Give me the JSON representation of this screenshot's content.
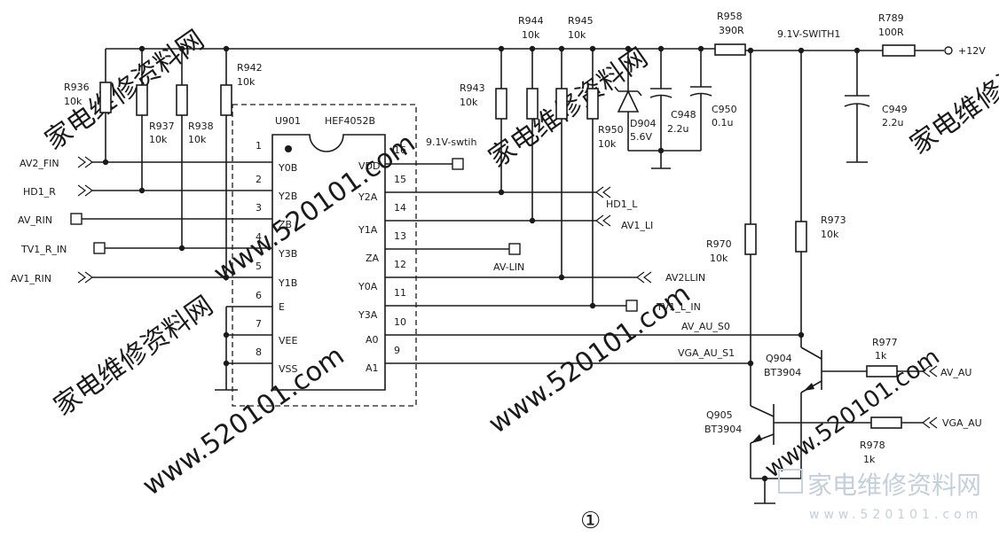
{
  "ic": {
    "ref": "U901",
    "part": "HEF4052B",
    "left_pins": [
      {
        "num": "1",
        "name": "Y0B"
      },
      {
        "num": "2",
        "name": "Y2B"
      },
      {
        "num": "3",
        "name": "ZB"
      },
      {
        "num": "4",
        "name": "Y3B"
      },
      {
        "num": "5",
        "name": "Y1B"
      },
      {
        "num": "6",
        "name": "E"
      },
      {
        "num": "7",
        "name": "VEE"
      },
      {
        "num": "8",
        "name": "VSS"
      }
    ],
    "right_pins": [
      {
        "num": "16",
        "name": "VDD"
      },
      {
        "num": "15",
        "name": "Y2A"
      },
      {
        "num": "14",
        "name": "Y1A"
      },
      {
        "num": "13",
        "name": "ZA"
      },
      {
        "num": "12",
        "name": "Y0A"
      },
      {
        "num": "11",
        "name": "Y3A"
      },
      {
        "num": "10",
        "name": "A0"
      },
      {
        "num": "9",
        "name": "A1"
      }
    ]
  },
  "resistors": [
    {
      "ref": "R936",
      "value": "10k"
    },
    {
      "ref": "R937",
      "value": "10k"
    },
    {
      "ref": "R938",
      "value": "10k"
    },
    {
      "ref": "R942",
      "value": "10k"
    },
    {
      "ref": "R943",
      "value": "10k"
    },
    {
      "ref": "R944",
      "value": "10k"
    },
    {
      "ref": "R945",
      "value": "10k"
    },
    {
      "ref": "R950",
      "value": "10k"
    },
    {
      "ref": "R958",
      "value": "390R"
    },
    {
      "ref": "R789",
      "value": "100R"
    },
    {
      "ref": "R970",
      "value": "10k"
    },
    {
      "ref": "R973",
      "value": "10k"
    },
    {
      "ref": "R977",
      "value": "1k"
    },
    {
      "ref": "R978",
      "value": "1k"
    }
  ],
  "capacitors": [
    {
      "ref": "C948",
      "value": "2.2u"
    },
    {
      "ref": "C950",
      "value": "0.1u"
    },
    {
      "ref": "C949",
      "value": "2.2u"
    }
  ],
  "diode": {
    "ref": "D904",
    "value": "5.6V"
  },
  "transistors": [
    {
      "ref": "Q904",
      "part": "BT3904"
    },
    {
      "ref": "Q905",
      "part": "BT3904"
    }
  ],
  "nets": {
    "supply": "+12V",
    "rail": "9.1V-SWITH1",
    "vdd": "9.1V-swtih",
    "av2_fin": "AV2_FIN",
    "hd1_r": "HD1_R",
    "av_rin": "AV_RIN",
    "tv1_r_in": "TV1_R_IN",
    "av1_rin": "AV1_RIN",
    "hd1_l": "HD1_L",
    "av1_li": "AV1_LI",
    "av_lin": "AV-LIN",
    "av2llin": "AV2LLIN",
    "tv1_l_in": "TV1_L_IN",
    "av_au_s0": "AV_AU_S0",
    "vga_au_s1": "VGA_AU_S1",
    "av_au": "AV_AU",
    "vga_au": "VGA_AU"
  },
  "figure_number": "①",
  "watermark": {
    "cn": "家电维修资料网",
    "url": "www.520101.com",
    "logo_text": "家电维修资料网",
    "logo_url": "www.520101.com"
  }
}
